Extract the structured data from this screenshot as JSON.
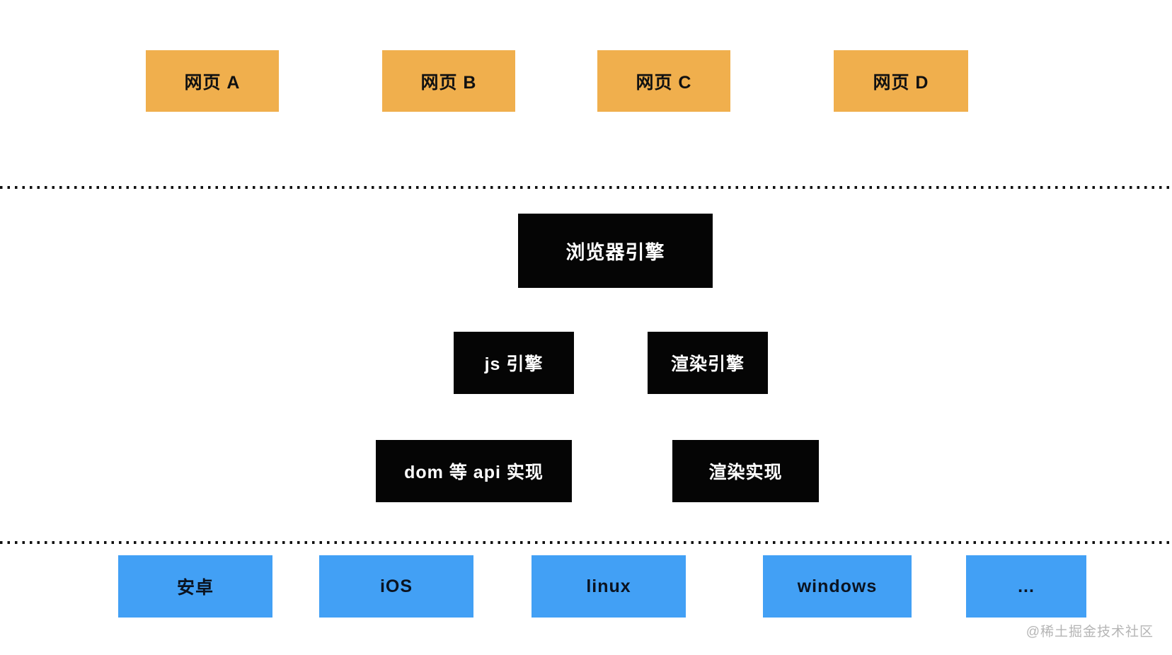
{
  "colors": {
    "background": "#ffffff",
    "web_page_box": "#f0af4d",
    "engine_box": "#050505",
    "platform_box": "#42a0f5",
    "box_text_dark": "#111111",
    "box_text_light": "#ffffff",
    "separator_dots": "#111111",
    "watermark_text": "#b5b5b5"
  },
  "web_pages": [
    {
      "label": "网页 A"
    },
    {
      "label": "网页 B"
    },
    {
      "label": "网页 C"
    },
    {
      "label": "网页 D"
    }
  ],
  "engine": {
    "browser_engine": "浏览器引擎",
    "js_engine": "js 引擎",
    "render_engine": "渲染引擎",
    "dom_api_impl": "dom 等 api 实现",
    "render_impl": "渲染实现"
  },
  "platforms": [
    {
      "label": "安卓"
    },
    {
      "label": "iOS"
    },
    {
      "label": "linux"
    },
    {
      "label": "windows"
    },
    {
      "label": "..."
    }
  ],
  "watermark": {
    "label": "@稀土掘金技术社区"
  }
}
